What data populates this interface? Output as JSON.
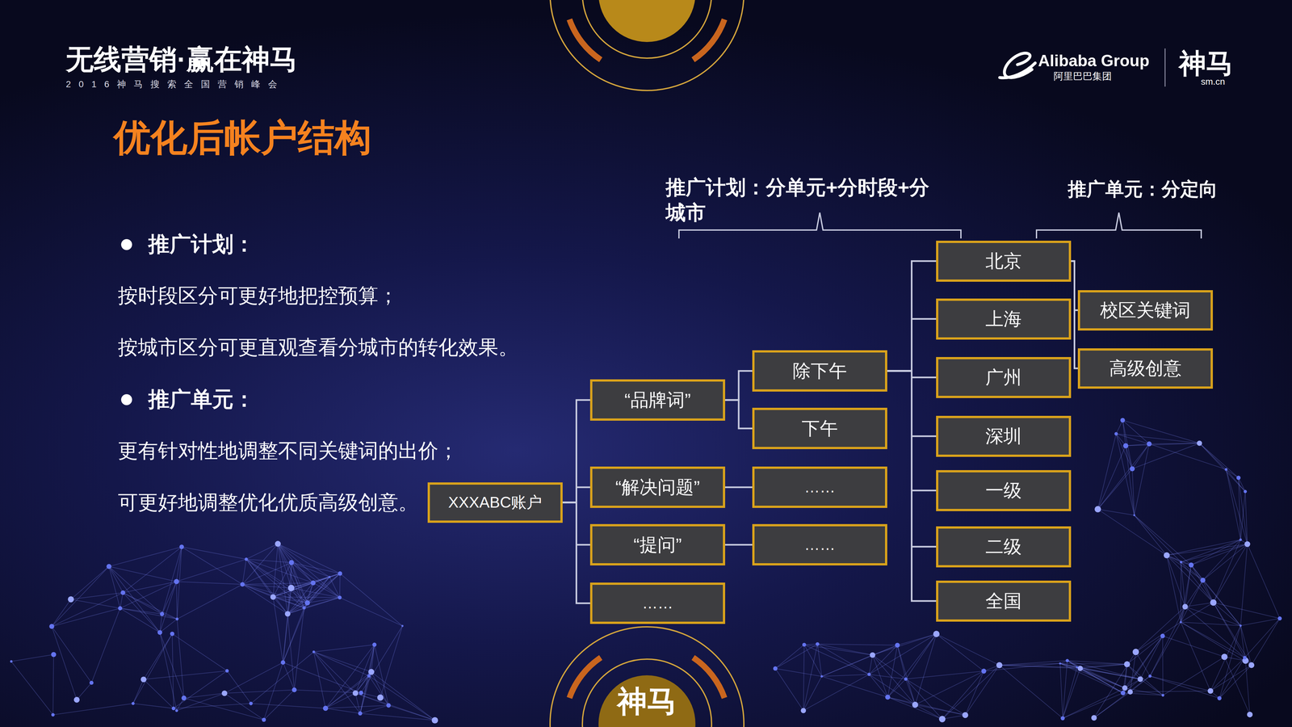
{
  "diagram": {
    "title": "优化后帐户结构",
    "nodes": [
      {
        "text": [
          "XXXABC账户"
        ]
      },
      {
        "text": [
          "“品牌词”"
        ]
      },
      {
        "text": [
          "“解决问题”"
        ]
      },
      {
        "text": [
          "“提问”"
        ]
      },
      {
        "text": [
          "……"
        ]
      },
      {
        "text": [
          "除下午"
        ]
      },
      {
        "text": [
          "下午"
        ]
      },
      {
        "text": [
          "……"
        ]
      },
      {
        "text": [
          "……"
        ]
      },
      {
        "text": [
          "北京"
        ]
      },
      {
        "text": [
          "上海"
        ]
      },
      {
        "text": [
          "广州"
        ]
      },
      {
        "text": [
          "深圳"
        ]
      },
      {
        "text": [
          "一级"
        ]
      },
      {
        "text": [
          "二级"
        ]
      },
      {
        "text": [
          "全国"
        ]
      },
      {
        "text": [
          "校区关键词"
        ]
      },
      {
        "text": [
          "高级创意"
        ]
      }
    ],
    "edges": [
      {
        "from": 0,
        "to": 1,
        "arrow": "none"
      },
      {
        "from": 0,
        "to": 2,
        "arrow": "none"
      },
      {
        "from": 0,
        "to": 3,
        "arrow": "none"
      },
      {
        "from": 0,
        "to": 4,
        "arrow": "none"
      },
      {
        "from": 1,
        "to": 5,
        "arrow": "none"
      },
      {
        "from": 1,
        "to": 6,
        "arrow": "none"
      },
      {
        "from": 2,
        "to": 7,
        "arrow": "none"
      },
      {
        "from": 3,
        "to": 8,
        "arrow": "none"
      },
      {
        "from": 5,
        "to": 9,
        "arrow": "none"
      },
      {
        "from": 5,
        "to": 10,
        "arrow": "none"
      },
      {
        "from": 5,
        "to": 11,
        "arrow": "none"
      },
      {
        "from": 5,
        "to": 12,
        "arrow": "none"
      },
      {
        "from": 5,
        "to": 13,
        "arrow": "none"
      },
      {
        "from": 5,
        "to": 14,
        "arrow": "none"
      },
      {
        "from": 5,
        "to": 15,
        "arrow": "none"
      },
      {
        "from": 9,
        "to": 16,
        "arrow": "none"
      },
      {
        "from": 9,
        "to": 17,
        "arrow": "none"
      }
    ],
    "labels": [
      "无线营销·赢在神马",
      "2016神马搜索全国营销峰会",
      "Alibaba Group",
      "阿里巴巴集团",
      "神马",
      "sm.cn",
      "推广计划：",
      "按时段区分可更好地把控预算；",
      "按城市区分可更直观查看分城市的转化效果。",
      "推广单元：",
      "更有针对性地调整不同关键词的出价；",
      "可更好地调整优化优质高级创意。",
      "推广计划：分单元+分时段+分城市",
      "推广单元：分定向",
      "神马"
    ]
  }
}
